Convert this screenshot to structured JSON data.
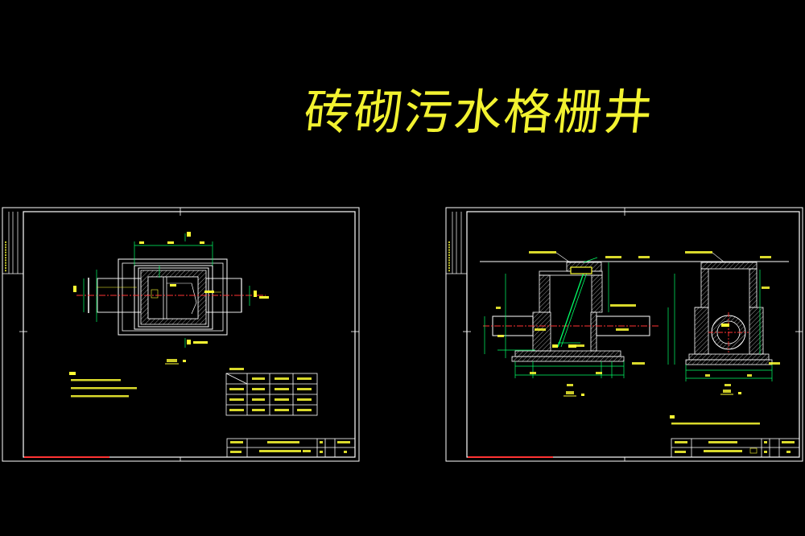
{
  "title": "砖砌污水格栅井",
  "colors": {
    "background": "#000000",
    "frame": "#ffffff",
    "title": "#ffff33",
    "annotation": "#ffff33",
    "dimension": "#00ff66",
    "wall": "#ffffff",
    "centerline": "#ff3333",
    "hatch": "#bbbbbb"
  },
  "sheets": [
    {
      "id": "sheet-left",
      "content": "plan-view",
      "legible_text": []
    },
    {
      "id": "sheet-right",
      "content": "section-views",
      "legible_text": []
    }
  ]
}
